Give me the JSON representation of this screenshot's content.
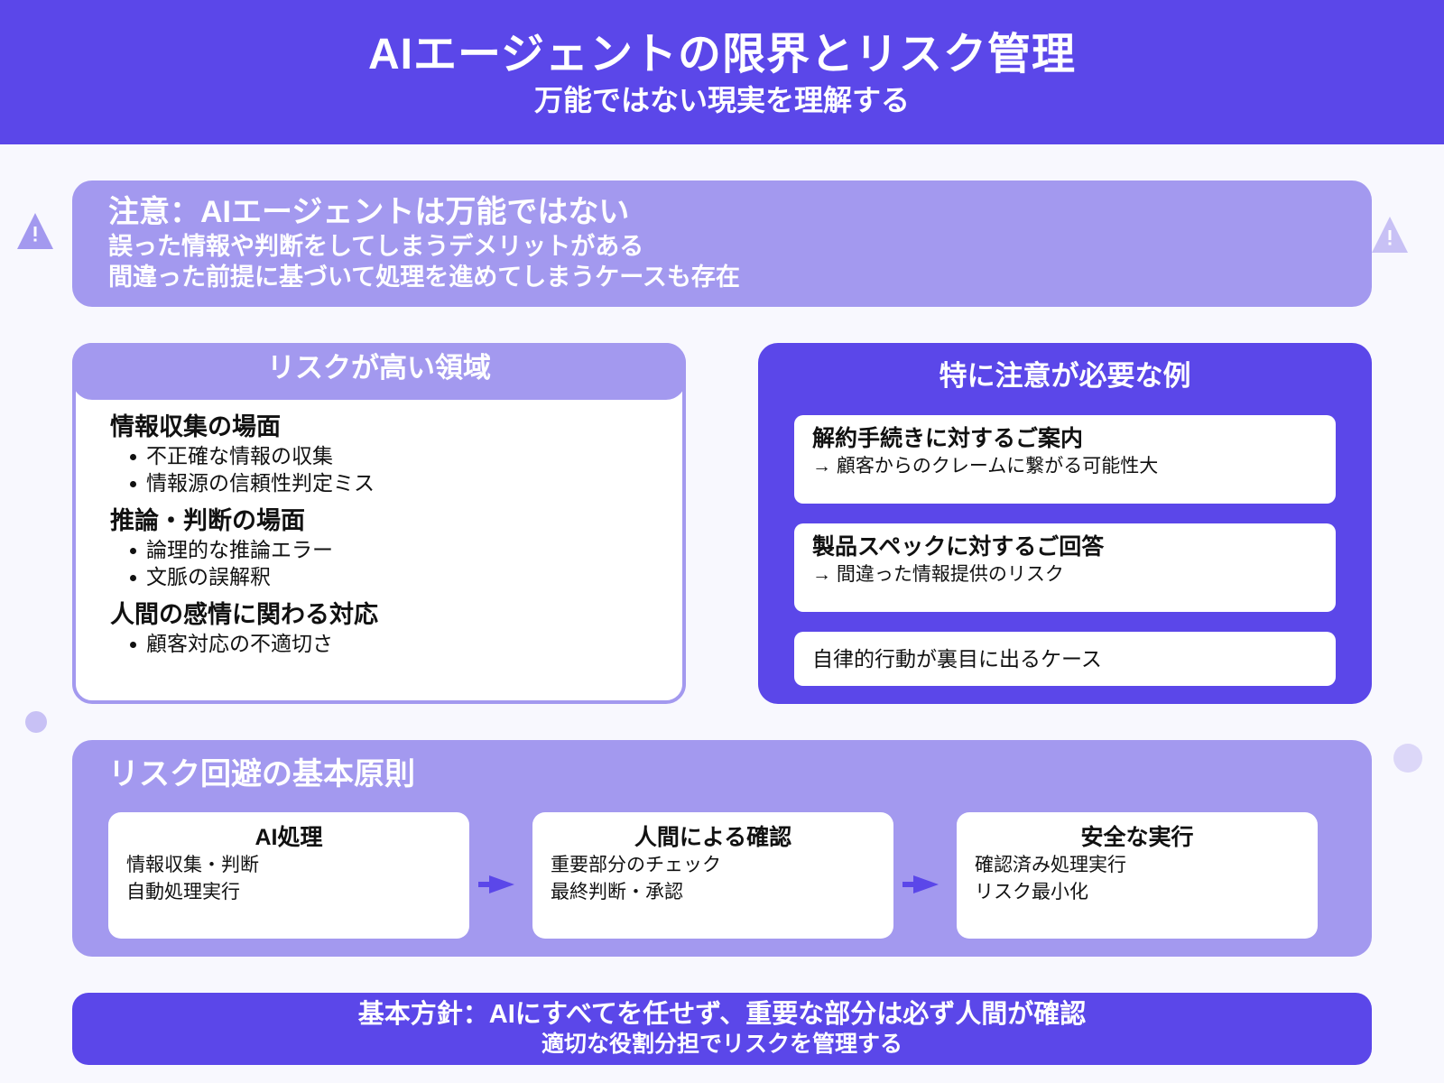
{
  "header": {
    "title": "AIエージェントの限界とリスク管理",
    "subtitle": "万能ではない現実を理解する"
  },
  "notice": {
    "title": "注意：AIエージェントは万能ではない",
    "lines": [
      "誤った情報や判断をしてしまうデメリットがある",
      "間違った前提に基づいて処理を進めてしまうケースも存在"
    ],
    "icons": [
      "warning-triangle-icon",
      "warning-triangle-icon"
    ]
  },
  "risk_areas": {
    "title": "リスクが高い領域",
    "sections": [
      {
        "title": "情報収集の場面",
        "items": [
          "不正確な情報の収集",
          "情報源の信頼性判定ミス"
        ]
      },
      {
        "title": "推論・判断の場面",
        "items": [
          "論理的な推論エラー",
          "文脈の誤解釈"
        ]
      },
      {
        "title": "人間の感情に関わる対応",
        "items": [
          "顧客対応の不適切さ"
        ]
      }
    ]
  },
  "examples": {
    "title": "特に注意が必要な例",
    "cards": [
      {
        "title": "解約手続きに対するご案内",
        "desc": "→ 顧客からのクレームに繋がる可能性大"
      },
      {
        "title": "製品スペックに対するご回答",
        "desc": "→ 間違った情報提供のリスク"
      },
      {
        "text": "自律的行動が裏目に出るケース"
      }
    ]
  },
  "principles": {
    "title": "リスク回避の基本原則",
    "steps": [
      {
        "title": "AI処理",
        "lines": [
          "情報収集・判断",
          "自動処理実行"
        ]
      },
      {
        "title": "人間による確認",
        "lines": [
          "重要部分のチェック",
          "最終判断・承認"
        ]
      },
      {
        "title": "安全な実行",
        "lines": [
          "確認済み処理実行",
          "リスク最小化"
        ]
      }
    ]
  },
  "policy": {
    "main": "基本方針：AIにすべてを任せず、重要な部分は必ず人間が確認",
    "sub": "適切な役割分担でリスクを管理する"
  },
  "colors": {
    "primary": "#5b47e9",
    "light_primary": "#a399ef",
    "background": "#f8f8fe",
    "decor_light": "#c8c1f5",
    "decor_lighter": "#dcd7f8"
  }
}
